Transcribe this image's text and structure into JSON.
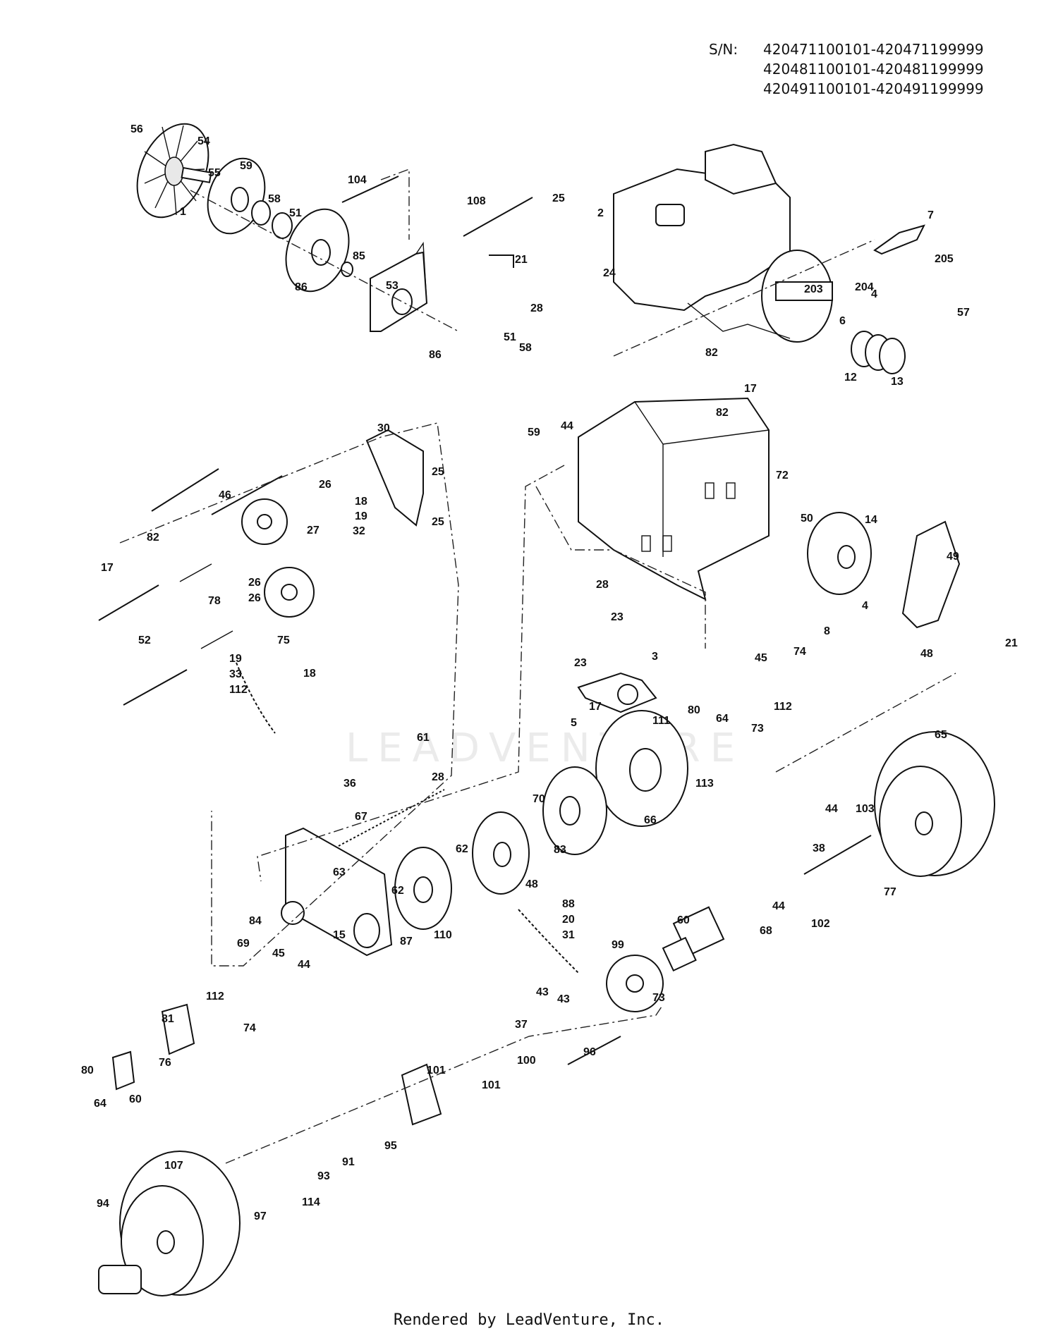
{
  "serial": {
    "label": "S/N:",
    "ranges": [
      "420471100101-420471199999",
      "420481100101-420481199999",
      "420491100101-420491199999"
    ]
  },
  "watermark": "LEADVENTURE",
  "footer": "Rendered by LeadVenture, Inc.",
  "callouts": [
    "56",
    "54",
    "55",
    "59",
    "1",
    "58",
    "51",
    "86",
    "85",
    "53",
    "104",
    "108",
    "25",
    "21",
    "28",
    "2",
    "7",
    "205",
    "4",
    "57",
    "24",
    "203",
    "204",
    "6",
    "12",
    "13",
    "51",
    "58",
    "86",
    "59",
    "44",
    "82",
    "17",
    "82",
    "30",
    "25",
    "25",
    "26",
    "46",
    "18",
    "19",
    "32",
    "27",
    "82",
    "17",
    "26",
    "26",
    "75",
    "78",
    "52",
    "18",
    "19",
    "33",
    "112",
    "72",
    "50",
    "14",
    "49",
    "4",
    "48",
    "21",
    "28",
    "23",
    "3",
    "23",
    "17",
    "5",
    "8",
    "74",
    "45",
    "112",
    "80",
    "64",
    "73",
    "111",
    "61",
    "36",
    "28",
    "67",
    "70",
    "66",
    "113",
    "65",
    "62",
    "48",
    "83",
    "63",
    "62",
    "110",
    "84",
    "69",
    "45",
    "44",
    "15",
    "87",
    "88",
    "20",
    "31",
    "99",
    "60",
    "43",
    "44",
    "68",
    "44",
    "103",
    "38",
    "77",
    "102",
    "73",
    "112",
    "81",
    "74",
    "80",
    "76",
    "64",
    "60",
    "43",
    "37",
    "100",
    "96",
    "101",
    "101",
    "95",
    "91",
    "93",
    "114",
    "107",
    "97",
    "94"
  ]
}
